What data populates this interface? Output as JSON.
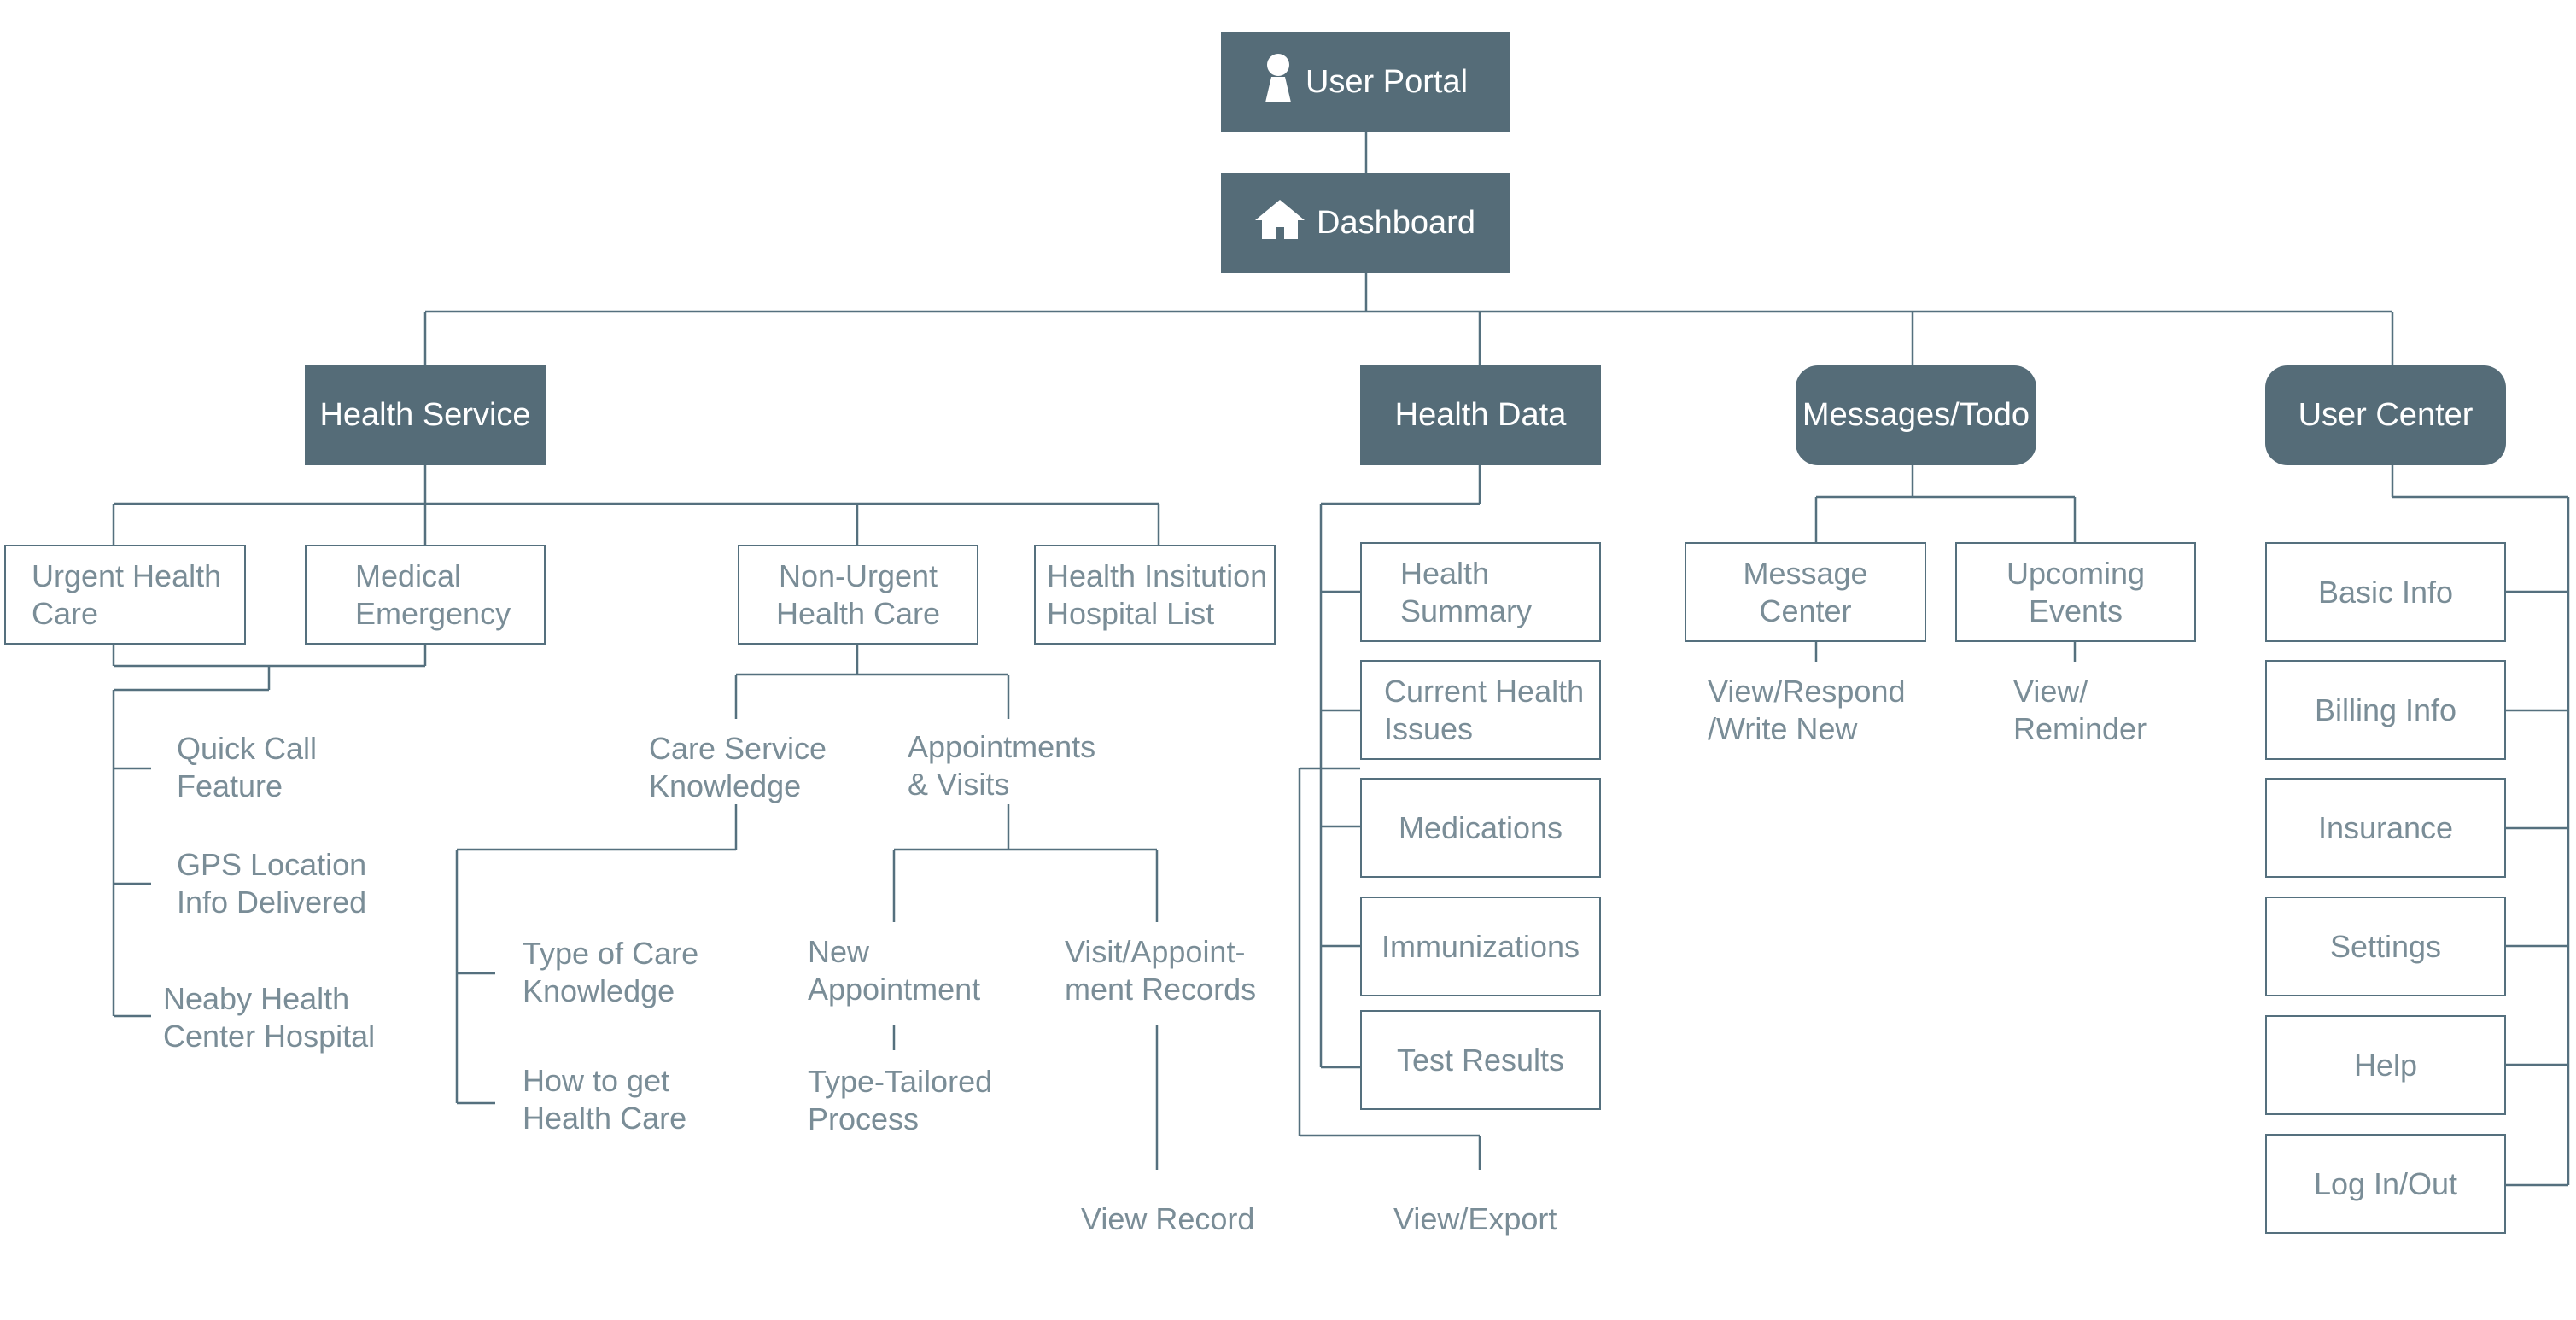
{
  "root": {
    "label": "User Portal",
    "icon": "user-icon"
  },
  "dashboard": {
    "label": "Dashboard",
    "icon": "home-icon"
  },
  "sections": {
    "health_service": "Health Service",
    "health_data": "Health Data",
    "messages": "Messages/Todo",
    "user_center": "User Center"
  },
  "health_service": {
    "urgent": "Urgent Health\nCare",
    "medical": "Medical\nEmergency",
    "non_urgent": "Non-Urgent\nHealth Care",
    "hospital_list": "Health Insitution\nHospital List",
    "quick_call": "Quick Call\nFeature",
    "gps": "GPS Location\nInfo Delivered",
    "nearby": "Neaby Health\nCenter Hospital",
    "care_knowledge": "Care Service\nKnowledge",
    "appointments": "Appointments\n& Visits",
    "type_of_care": "Type of Care\nKnowledge",
    "how_to_get": "How to get\nHealth Care",
    "new_appointment": "New\nAppointment",
    "type_tailored": "Type-Tailored\nProcess",
    "visit_records": "Visit/Appoint-\nment Records",
    "view_record": "View Record"
  },
  "health_data": {
    "summary": "Health\nSummary",
    "current_issues": "Current Health\nIssues",
    "medications": "Medications",
    "immunizations": "Immunizations",
    "test_results": "Test Results",
    "view_export": "View/Export"
  },
  "messages": {
    "message_center": "Message\nCenter",
    "upcoming_events": "Upcoming\nEvents",
    "view_respond": "View/Respond\n/Write New",
    "view_reminder": "View/\nReminder"
  },
  "user_center": {
    "basic_info": "Basic Info",
    "billing_info": "Billing Info",
    "insurance": "Insurance",
    "settings": "Settings",
    "help": "Help",
    "login": "Log In/Out"
  },
  "colors": {
    "node_fill": "#556c78",
    "line": "#55707e",
    "text_light": "#7a8d97"
  }
}
